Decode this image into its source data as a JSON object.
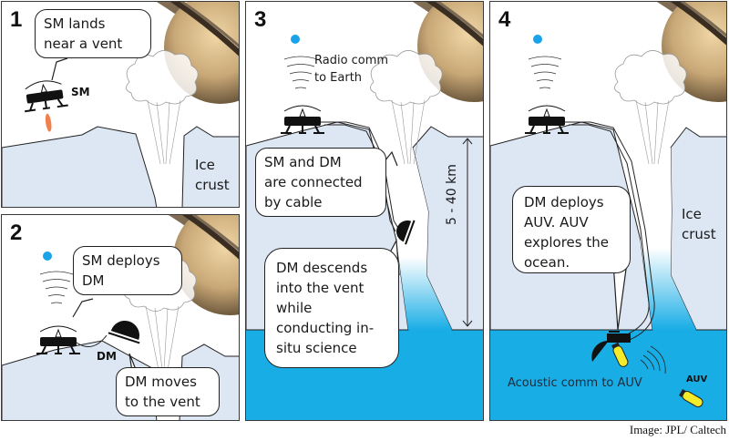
{
  "panels": [
    {
      "number": "1",
      "caption": "SM lands near a vent",
      "caption_lines": [
        "SM lands",
        "near a vent"
      ],
      "labels": {
        "lander": "SM",
        "terrain": "Ice crust",
        "terrain_lines": [
          "Ice",
          "crust"
        ]
      }
    },
    {
      "number": "2",
      "caption_lines": [
        "SM deploys",
        "DM"
      ],
      "caption2_lines": [
        "DM moves",
        "to the vent"
      ],
      "labels": {
        "probe": "DM"
      }
    },
    {
      "number": "3",
      "radio_label_lines": [
        "Radio comm",
        "to Earth"
      ],
      "caption_lines": [
        "SM and DM",
        "are connected",
        "by cable"
      ],
      "caption2_lines": [
        "DM descends",
        "into the vent",
        "while",
        "conducting in-",
        "situ science"
      ],
      "depth_label": "5 - 40 km"
    },
    {
      "number": "4",
      "caption_lines": [
        "DM deploys",
        "AUV. AUV",
        "explores the",
        "ocean."
      ],
      "labels": {
        "terrain_lines": [
          "Ice",
          "crust"
        ],
        "acoustic": "Acoustic comm to AUV",
        "auv": "AUV"
      }
    }
  ],
  "credit": "Image: JPL/ Caltech",
  "colors": {
    "ice": "#dde7f3",
    "ocean": "#19ade6",
    "earth_dot": "#1aa3e8",
    "saturn": "#c9a877",
    "auv": "#f4ec2a",
    "thruster": "#ef6a2a"
  }
}
